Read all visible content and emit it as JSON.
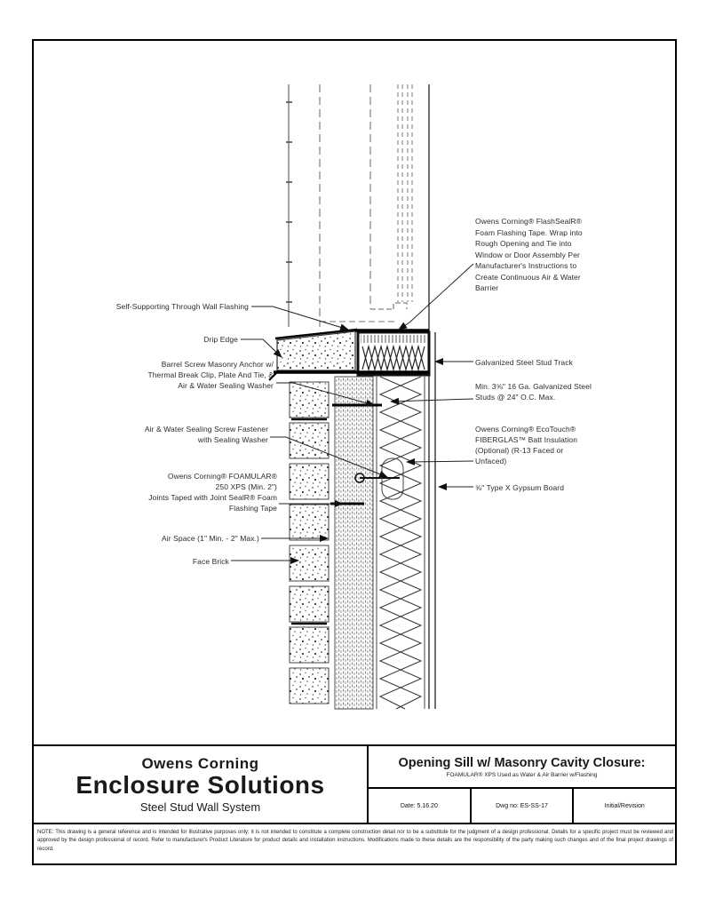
{
  "drawing": {
    "callouts_left": [
      {
        "text": "Self-Supporting Through Wall Flashing"
      },
      {
        "text": "Drip Edge"
      },
      {
        "text": "Barrel Screw Masonry Anchor w/\nThermal Break Clip, Plate And Tie, &\nAir & Water Sealing Washer"
      },
      {
        "text": "Air & Water Sealing Screw Fastener\nwith Sealing Washer"
      },
      {
        "text": "Owens Corning® FOAMULAR®\n250 XPS (Min. 2\")\nJoints Taped with Joint SealR® Foam\nFlashing Tape"
      },
      {
        "text": "Air Space (1\" Min. - 2\" Max.)"
      },
      {
        "text": "Face Brick"
      }
    ],
    "callouts_right": [
      {
        "text": "Owens Corning® FlashSealR®\nFoam Flashing Tape. Wrap into\nRough Opening and Tie into\nWindow or Door Assembly Per\nManufacturer's Instructions to\nCreate Continuous Air & Water\nBarrier"
      },
      {
        "text": "Galvanized Steel Stud Track"
      },
      {
        "text": "Min. 3⅝\" 16 Ga. Galvanized Steel\nStuds @ 24\" O.C. Max."
      },
      {
        "text": "Owens Corning® EcoTouch®\nFIBERGLAS™ Batt Insulation\n(Optional) (R-13 Faced or\nUnfaced)"
      },
      {
        "text": "⅝\" Type X Gypsum Board"
      }
    ]
  },
  "titleblock": {
    "brand_line1": "Owens Corning",
    "brand_line2": "Enclosure Solutions",
    "brand_line3": "Steel Stud Wall System",
    "sheet_title": "Opening Sill w/ Masonry Cavity Closure:",
    "sheet_subtitle": "FOAMULAR® XPS Used as Water & Air Barrier w/Flashing",
    "date": "Date: 5.16.20",
    "dwg_no": "Dwg no: ES-SS-17",
    "revision": "Initial/Revision"
  },
  "footnote": "NOTE: This drawing is a general reference and is intended for illustrative purposes only; it is not intended to constitute a complete construction detail nor to be a substitute for the judgment of a design professional. Details for a specific project must be reviewed and approved by the design professional of record. Refer to manufacturer's Product Literature for product details and installation instructions. Modifications made to these details are the responsibility of the party making such changes and of the final project drawings of record."
}
